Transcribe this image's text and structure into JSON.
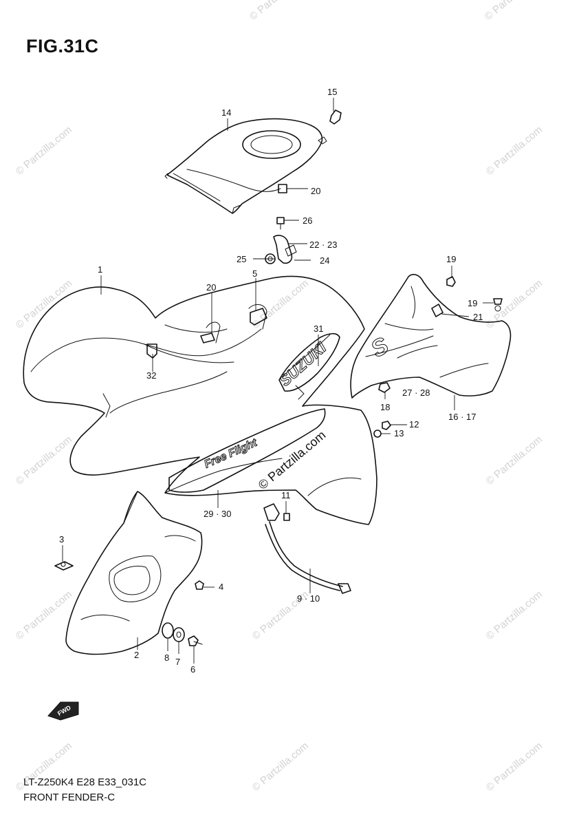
{
  "figure": {
    "title": "FIG.31C",
    "code": "LT-Z250K4 E28 E33_031C",
    "name": "FRONT FENDER-C"
  },
  "callouts": [
    {
      "id": "c1",
      "label": "1"
    },
    {
      "id": "c2",
      "label": "2"
    },
    {
      "id": "c3",
      "label": "3"
    },
    {
      "id": "c4",
      "label": "4"
    },
    {
      "id": "c5",
      "label": "5"
    },
    {
      "id": "c6",
      "label": "6"
    },
    {
      "id": "c7",
      "label": "7"
    },
    {
      "id": "c8",
      "label": "8"
    },
    {
      "id": "c9",
      "label": "9 · 10"
    },
    {
      "id": "c11",
      "label": "11"
    },
    {
      "id": "c12",
      "label": "12"
    },
    {
      "id": "c13",
      "label": "13"
    },
    {
      "id": "c14",
      "label": "14"
    },
    {
      "id": "c15",
      "label": "15"
    },
    {
      "id": "c16",
      "label": "16 · 17"
    },
    {
      "id": "c18",
      "label": "18"
    },
    {
      "id": "c19a",
      "label": "19"
    },
    {
      "id": "c19b",
      "label": "19"
    },
    {
      "id": "c20a",
      "label": "20"
    },
    {
      "id": "c20b",
      "label": "20"
    },
    {
      "id": "c21",
      "label": "21"
    },
    {
      "id": "c22",
      "label": "22 · 23"
    },
    {
      "id": "c24",
      "label": "24"
    },
    {
      "id": "c25",
      "label": "25"
    },
    {
      "id": "c26",
      "label": "26"
    },
    {
      "id": "c27",
      "label": "27 · 28"
    },
    {
      "id": "c29",
      "label": "29 · 30"
    },
    {
      "id": "c31",
      "label": "31"
    },
    {
      "id": "c32",
      "label": "32"
    }
  ],
  "watermark": {
    "text": "© Partzilla.com",
    "center_text": "© Partzilla.com"
  },
  "decals": {
    "brand": "SUZUKI",
    "fwd": "FWD"
  },
  "colors": {
    "ink": "#111111",
    "watermark": "#d2d2d2",
    "background": "#ffffff"
  }
}
